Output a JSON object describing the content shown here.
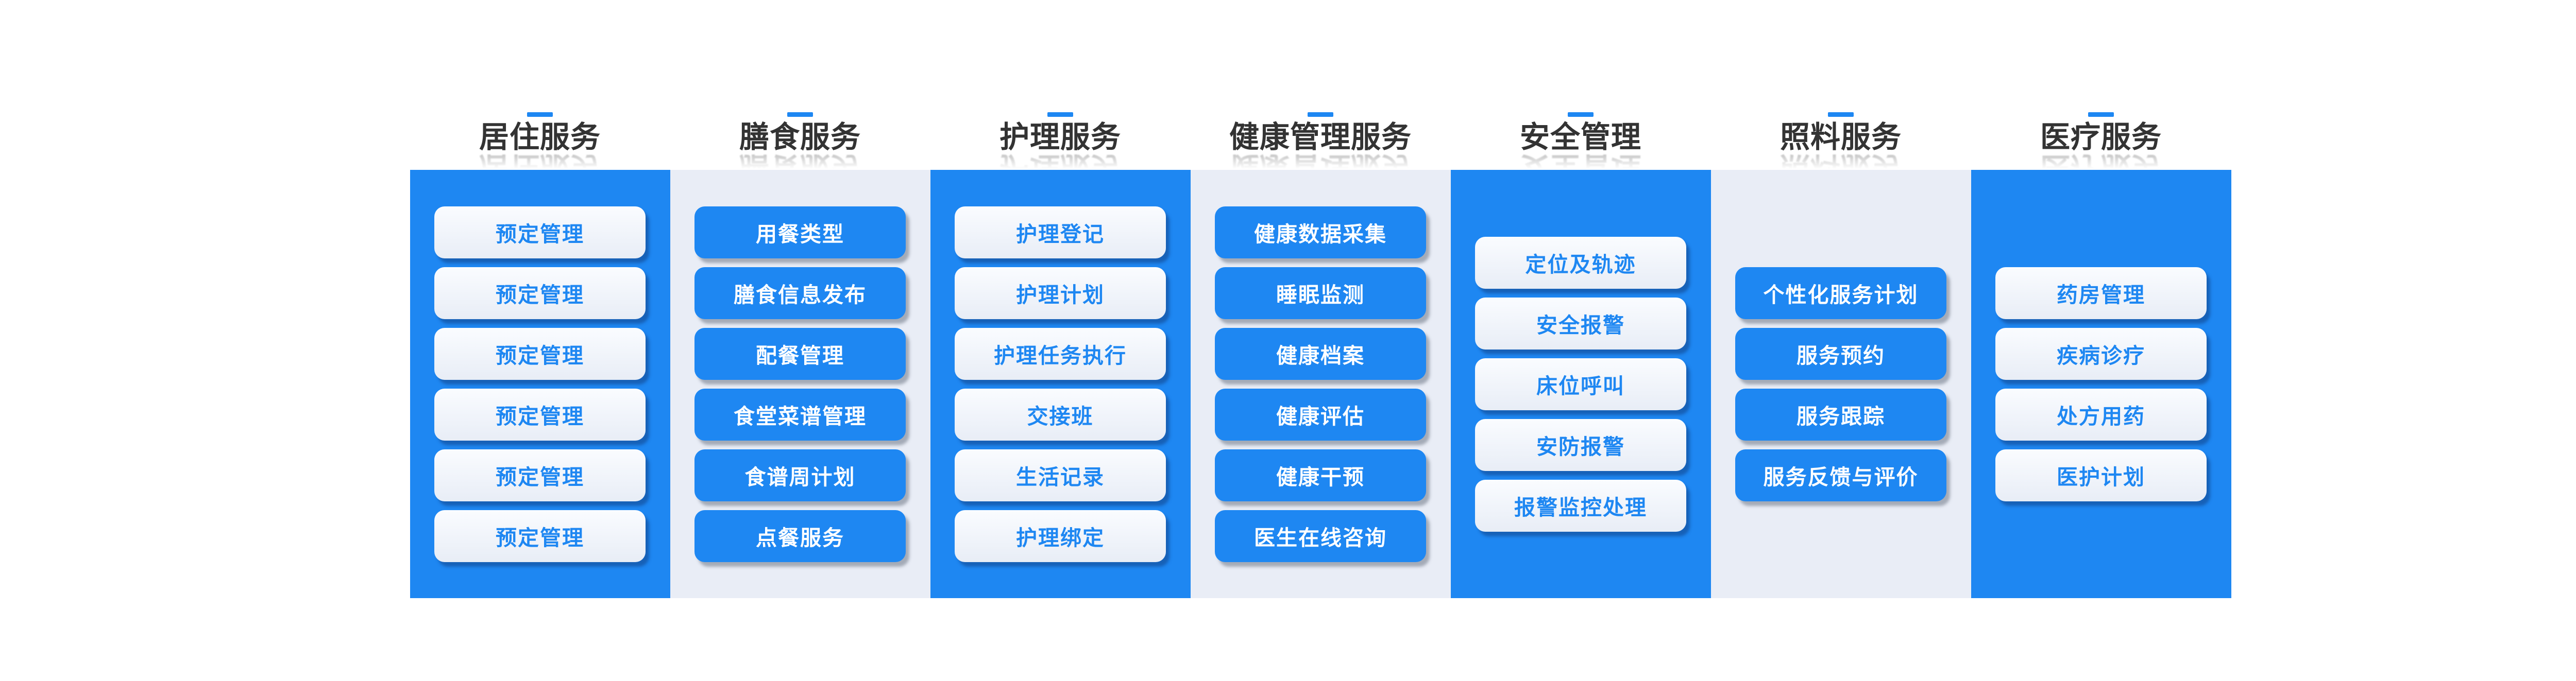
{
  "diagram": {
    "colors": {
      "accent": "#1e87f2",
      "panel_light": "#e9edf6",
      "page_background": "#ffffff",
      "header_text": "#333333",
      "button_text_on_light_button": "#1e87f2",
      "button_text_on_blue_button": "#ffffff"
    },
    "columns": [
      {
        "title": "居住服务",
        "theme": "blue",
        "items": [
          "预定管理",
          "预定管理",
          "预定管理",
          "预定管理",
          "预定管理",
          "预定管理"
        ]
      },
      {
        "title": "膳食服务",
        "theme": "light",
        "items": [
          "用餐类型",
          "膳食信息发布",
          "配餐管理",
          "食堂菜谱管理",
          "食谱周计划",
          "点餐服务"
        ]
      },
      {
        "title": "护理服务",
        "theme": "blue",
        "items": [
          "护理登记",
          "护理计划",
          "护理任务执行",
          "交接班",
          "生活记录",
          "护理绑定"
        ]
      },
      {
        "title": "健康管理服务",
        "theme": "light",
        "items": [
          "健康数据采集",
          "睡眠监测",
          "健康档案",
          "健康评估",
          "健康干预",
          "医生在线咨询"
        ]
      },
      {
        "title": "安全管理",
        "theme": "blue",
        "items": [
          "定位及轨迹",
          "安全报警",
          "床位呼叫",
          "安防报警",
          "报警监控处理"
        ]
      },
      {
        "title": "照料服务",
        "theme": "light",
        "items": [
          "个性化服务计划",
          "服务预约",
          "服务跟踪",
          "服务反馈与评价"
        ]
      },
      {
        "title": "医疗服务",
        "theme": "blue",
        "items": [
          "药房管理",
          "疾病诊疗",
          "处方用药",
          "医护计划"
        ]
      }
    ]
  }
}
